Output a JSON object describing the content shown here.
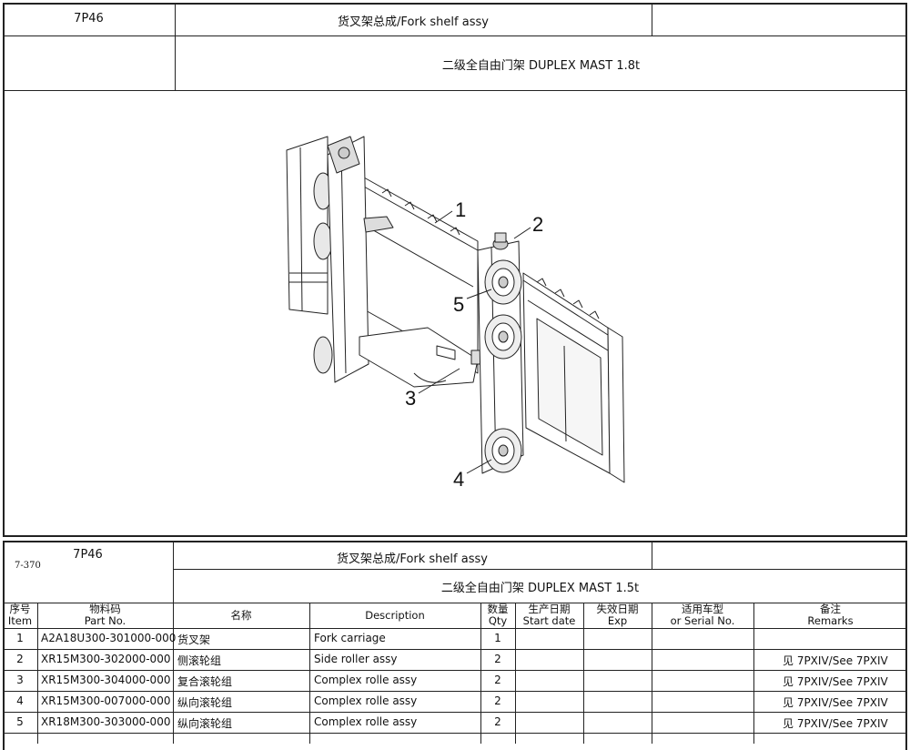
{
  "top_header": {
    "code": "7P46",
    "title": "货叉架总成/Fork shelf assy",
    "subtitle": "二级全自由门架  DUPLEX MAST    1.8t"
  },
  "drawing": {
    "callouts": [
      "1",
      "2",
      "3",
      "4",
      "5"
    ]
  },
  "page_number": "7-370",
  "bottom_header": {
    "code": "7P46",
    "title": "货叉架总成/Fork shelf assy",
    "subtitle": "二级全自由门架  DUPLEX MAST    1.5t"
  },
  "table": {
    "columns": [
      {
        "cn": "序号",
        "en": "Item"
      },
      {
        "cn": "物料码",
        "en": "Part No."
      },
      {
        "cn": "名称",
        "en": ""
      },
      {
        "cn": "Description",
        "en": ""
      },
      {
        "cn": "数量",
        "en": "Qty"
      },
      {
        "cn": "生产日期",
        "en": "Start date"
      },
      {
        "cn": "失效日期",
        "en": "Exp"
      },
      {
        "cn": "适用车型",
        "en": "or Serial No."
      },
      {
        "cn": "备注",
        "en": "Remarks"
      }
    ],
    "rows": [
      {
        "item": "1",
        "part_no": "A2A18U300-301000-000",
        "name": "货叉架",
        "description": "Fork carriage",
        "qty": "1",
        "start": "",
        "exp": "",
        "serial": "",
        "remarks": ""
      },
      {
        "item": "2",
        "part_no": "XR15M300-302000-000",
        "name": "侧滚轮组",
        "description": "Side roller assy",
        "qty": "2",
        "start": "",
        "exp": "",
        "serial": "",
        "remarks": "见 7PXIV/See 7PXIV"
      },
      {
        "item": "3",
        "part_no": "XR15M300-304000-000",
        "name": "复合滚轮组",
        "description": "Complex rolle assy",
        "qty": "2",
        "start": "",
        "exp": "",
        "serial": "",
        "remarks": "见 7PXIV/See 7PXIV"
      },
      {
        "item": "4",
        "part_no": "XR15M300-007000-000",
        "name": "纵向滚轮组",
        "description": "Complex rolle assy",
        "qty": "2",
        "start": "",
        "exp": "",
        "serial": "",
        "remarks": "见 7PXIV/See 7PXIV"
      },
      {
        "item": "5",
        "part_no": "XR18M300-303000-000",
        "name": "纵向滚轮组",
        "description": "Complex rolle assy",
        "qty": "2",
        "start": "",
        "exp": "",
        "serial": "",
        "remarks": "见 7PXIV/See 7PXIV"
      }
    ]
  }
}
